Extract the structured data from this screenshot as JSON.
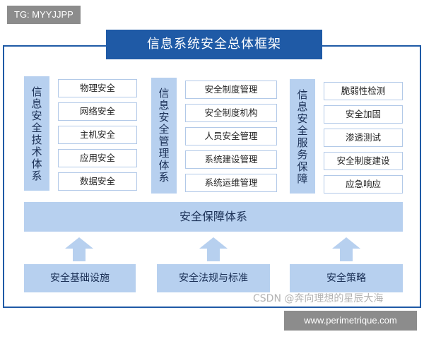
{
  "tag": "TG: MYYJJPP",
  "title": "信息系统安全总体框架",
  "columns": [
    {
      "label": [
        "信",
        "息",
        "安",
        "全",
        "技",
        "术",
        "体",
        "系"
      ],
      "items": [
        "物理安全",
        "网络安全",
        "主机安全",
        "应用安全",
        "数据安全"
      ]
    },
    {
      "label": [
        "信",
        "息",
        "安",
        "全",
        "管",
        "理",
        "体",
        "系"
      ],
      "items": [
        "安全制度管理",
        "安全制度机构",
        "人员安全管理",
        "系统建设管理",
        "系统运维管理"
      ]
    },
    {
      "label": [
        "信",
        "息",
        "安",
        "全",
        "服",
        "务",
        "保",
        "障"
      ],
      "items": [
        "脆弱性检测",
        "安全加固",
        "渗透测试",
        "安全制度建设",
        "应急响应"
      ]
    }
  ],
  "band": "安全保障体系",
  "bases": [
    "安全基础设施",
    "安全法规与标准",
    "安全策略"
  ],
  "colors": {
    "title_bg": "#1f5aa6",
    "light_bg": "#b7d0ef",
    "arrow": "#b7d0ef"
  },
  "watermark": "CSDN @奔向理想的星辰大海",
  "site": "www.perimetrique.com"
}
